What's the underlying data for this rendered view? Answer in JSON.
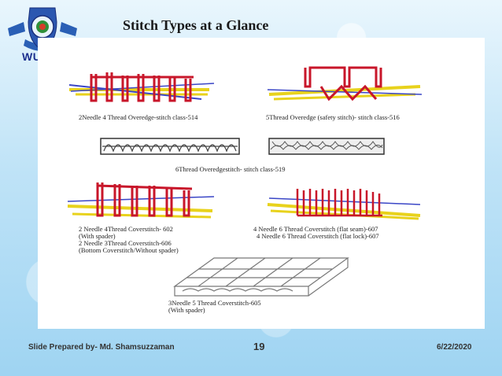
{
  "header": {
    "title": "Stitch Types at a Glance",
    "logo_text": "WUB"
  },
  "figures": {
    "cap1": "2Needle 4 Thread Overedge-stitch class-514",
    "cap2": "5Thread Overedge (safety stitch)- stitch class-516",
    "cap3": "6Thread Overedgestitch- stitch class-519",
    "cap4a": "2 Needle 4Thread Coverstitch- 602",
    "cap4b": "(With spader)",
    "cap4c": "2 Needle 3Thread Coverstitch-606",
    "cap4d": "(Bottom Coverstitch/Without spader)",
    "cap5a": "4 Needle 6 Thread Coverstitch (flat seam)-607",
    "cap5b": "4 Needle 6 Thread Coverstitch (flat lock)-607",
    "cap6a": "3Needle 5 Thread Coverstitch-605",
    "cap6b": "(With spader)"
  },
  "footer": {
    "prepared_by": "Slide Prepared by- Md. Shamsuzzaman",
    "page_number": "19",
    "date": "6/22/2020"
  },
  "colors": {
    "thread_red": "#c8162a",
    "thread_yellow": "#e8d21c",
    "thread_blue": "#3a46c6",
    "title_blue": "#1c2f8e"
  }
}
